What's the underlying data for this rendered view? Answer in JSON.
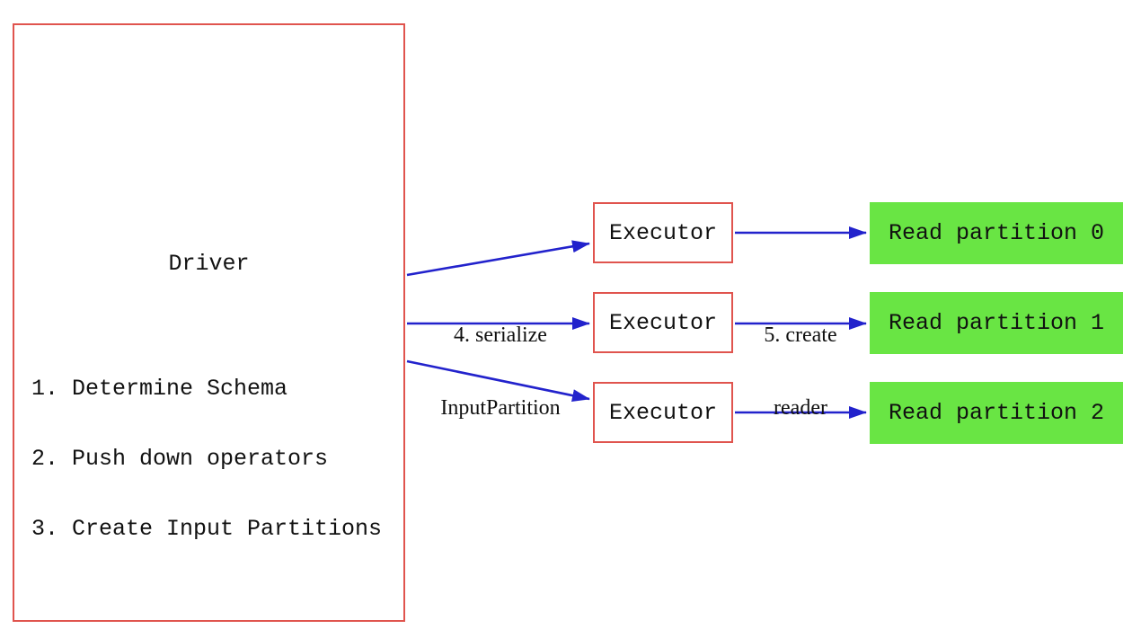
{
  "driver": {
    "title": "Driver",
    "steps": [
      "1. Determine Schema",
      "2. Push down operators",
      "3. Create Input Partitions"
    ]
  },
  "executors": [
    {
      "label": "Executor"
    },
    {
      "label": "Executor"
    },
    {
      "label": "Executor"
    }
  ],
  "partitions": [
    {
      "label": "Read partition 0"
    },
    {
      "label": "Read partition 1"
    },
    {
      "label": "Read partition 2"
    }
  ],
  "edge_labels": {
    "serialize_line1": "4. serialize",
    "serialize_line2": "InputPartition",
    "reader_line1": "5. create",
    "reader_line2": "reader"
  },
  "colors": {
    "box_border": "#e0544e",
    "arrow": "#2222cc",
    "partition_fill": "#69e544",
    "text": "#111111"
  }
}
